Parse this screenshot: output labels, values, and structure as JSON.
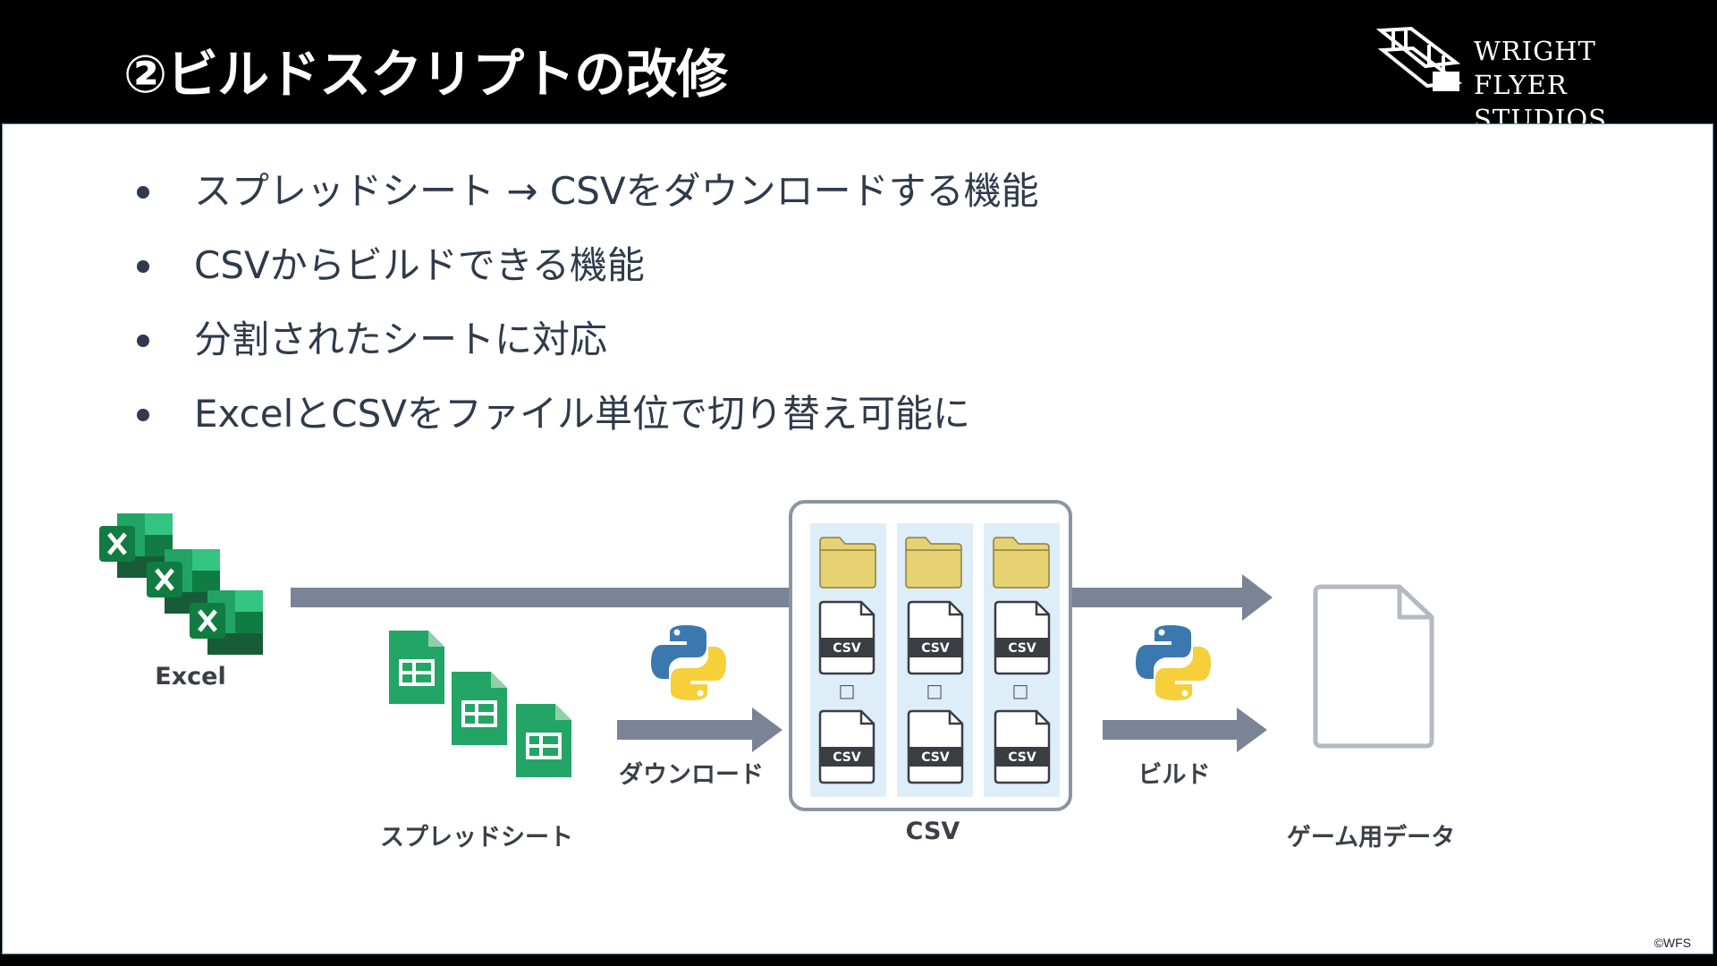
{
  "header": {
    "title": "②ビルドスクリプトの改修",
    "logo_line1": "WRIGHT FLYER",
    "logo_line2": "STUDIOS"
  },
  "bullets": [
    "スプレッドシート → CSVをダウンロードする機能",
    "CSVからビルドできる機能",
    "分割されたシートに対応",
    "ExcelとCSVをファイル単位で切り替え可能に"
  ],
  "diagram": {
    "excel_label": "Excel",
    "spreadsheet_label": "スプレッドシート",
    "download_label": "ダウンロード",
    "csv_label": "CSV",
    "build_label": "ビルド",
    "game_data_label": "ゲーム用データ",
    "file_tag": "CSV",
    "separator_glyph": "□"
  },
  "colors": {
    "arrow": "#7a8496",
    "excel_green": "#107c41",
    "sheets_green": "#23a566",
    "folder": "#e6d273",
    "csv_column_bg": "#ddeef9",
    "csv_box_border": "#8a95a3"
  },
  "footer": {
    "copyright": "©WFS"
  }
}
